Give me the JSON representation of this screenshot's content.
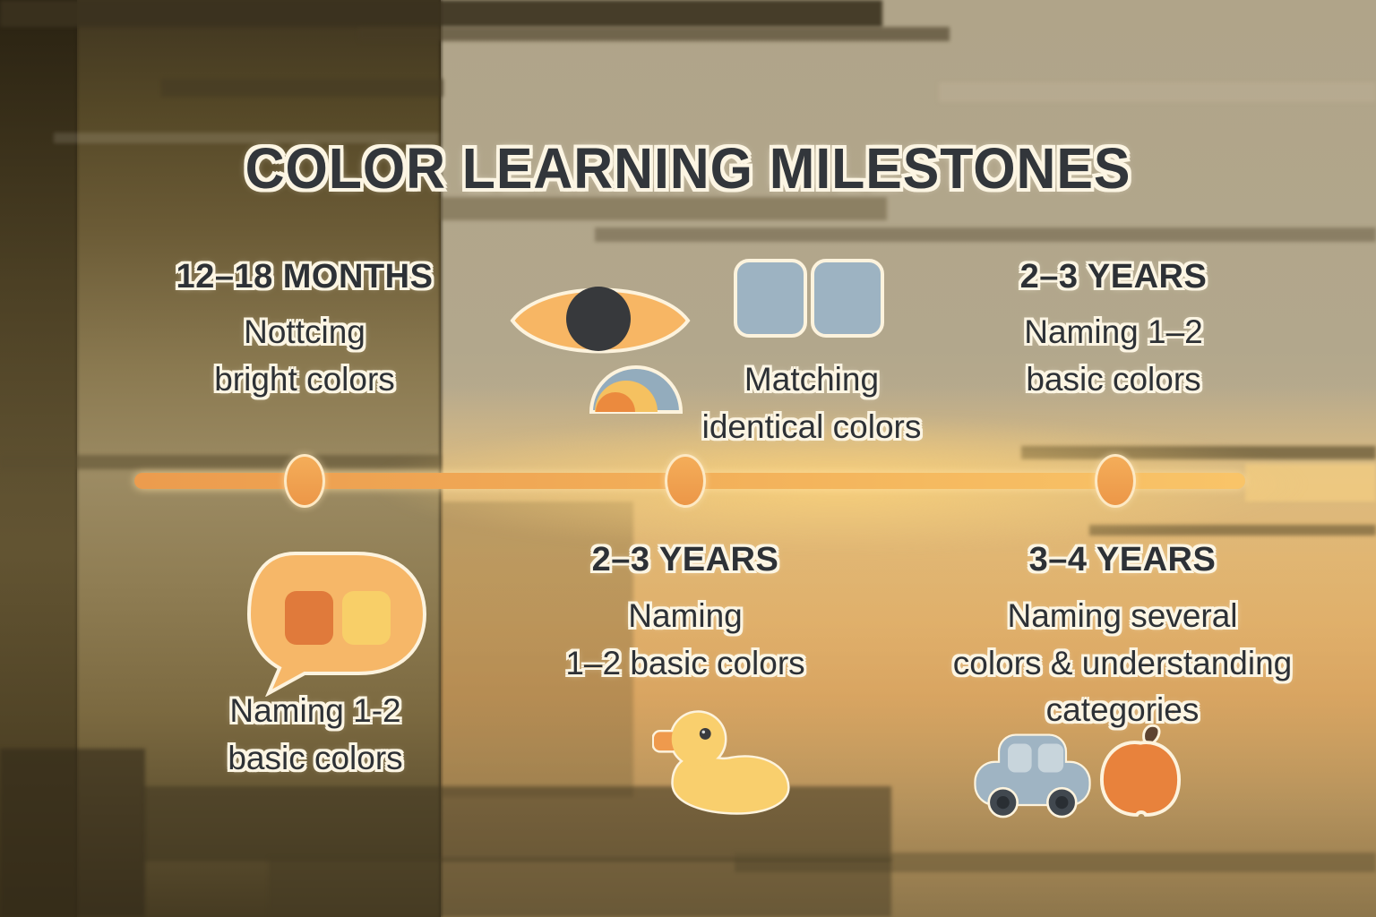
{
  "title": "COLOR LEARNING MILESTONES",
  "milestones": [
    {
      "id": "noticing-bright-colors",
      "age_label": "12–18 MONTHS",
      "line1": "Nottcing",
      "line2": "bright colors",
      "icons": [
        "eye-icon",
        "rainbow-icon"
      ]
    },
    {
      "id": "matching-identical-colors",
      "age_label": "",
      "line1": "Matching",
      "line2": "identical colors",
      "icons": [
        "matching-squares-icon"
      ]
    },
    {
      "id": "naming-basic-colors-top",
      "age_label": "2–3 YEARS",
      "line1": "Naming 1–2",
      "line2": "basic colors",
      "icons": []
    },
    {
      "id": "naming-basic-colors-bubble",
      "age_label": "",
      "line1": "Naming 1-2",
      "line2": "basic colors",
      "icons": [
        "speech-bubble-icon"
      ]
    },
    {
      "id": "naming-basic-colors-mid",
      "age_label": "2–3 YEARS",
      "line1": "Naming",
      "line2": "1–2 basic colors",
      "icons": [
        "duck-icon"
      ]
    },
    {
      "id": "naming-categories",
      "age_label": "3–4 YEARS",
      "line1": "Naming several",
      "line2": "colors & understanding",
      "line3": "categories",
      "icons": [
        "car-icon",
        "pumpkin-icon"
      ]
    }
  ],
  "timeline": {
    "dot_count": 3
  },
  "palette": {
    "text_dark": "#2d3136",
    "outline_cream": "#fcf5e3",
    "timeline_orange_start": "#ec9c4e",
    "timeline_orange_end": "#f9c468",
    "icon_orange": "#f6b765",
    "icon_orange_deep": "#e07a3b",
    "icon_yellow": "#f8cf67",
    "icon_blue_gray": "#9db3c2",
    "duck_yellow": "#f9cf6d",
    "duck_beak_orange": "#ef9a4d",
    "pumpkin_orange": "#e8823c",
    "stem_brown": "#5d4330",
    "pupil_dark": "#37393c",
    "bg_tan": "#b2a78c",
    "bg_dark_olive": "#3f3520"
  }
}
